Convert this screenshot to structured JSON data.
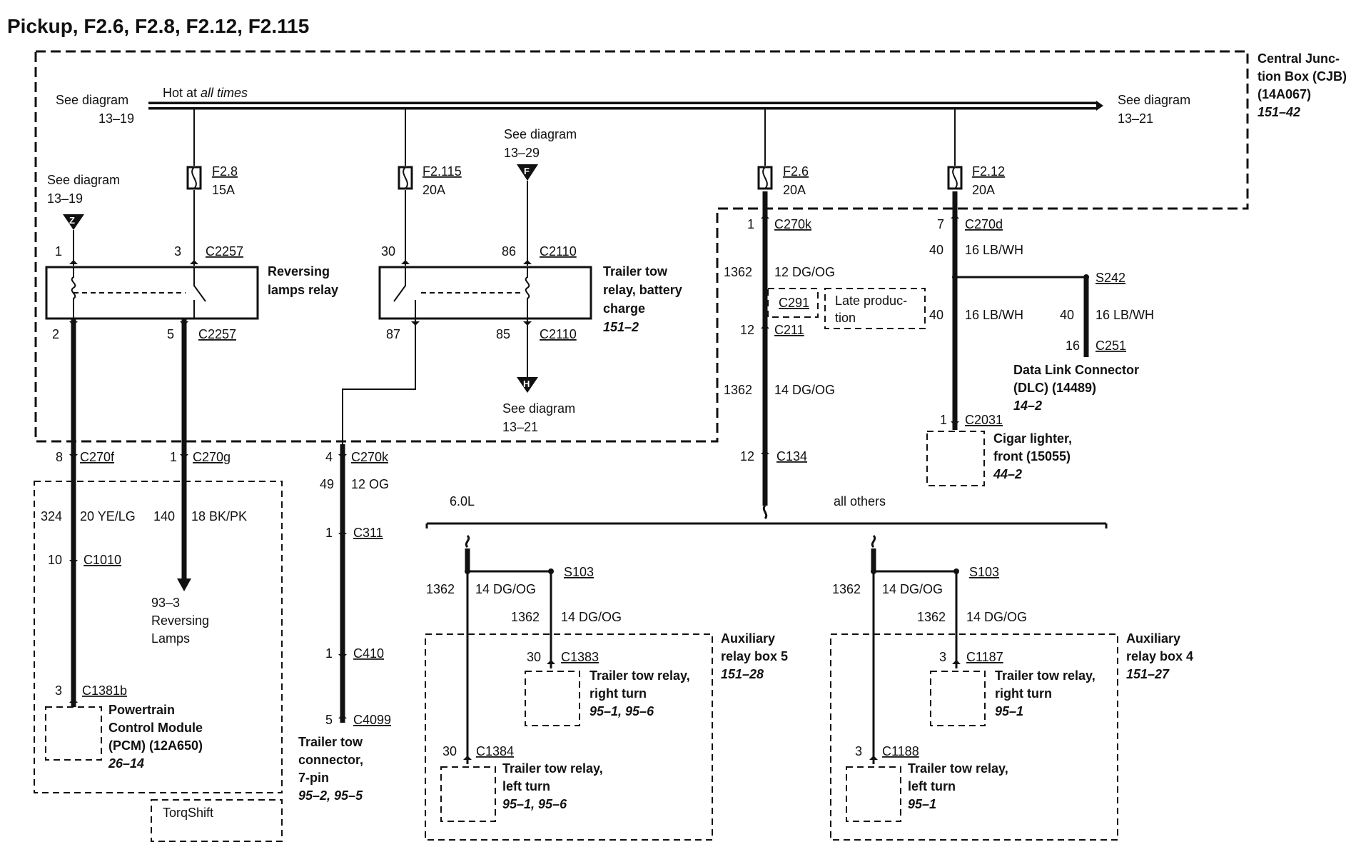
{
  "title": "Pickup, F2.6, F2.8, F2.12, F2.115",
  "cjb": {
    "line1": "Central Junc-",
    "line2": "tion Box (CJB)",
    "line3": "(14A067)",
    "ref": "151–42"
  },
  "bus": {
    "hot_label": "Hot at ",
    "hot_label_italic": "all times",
    "left_see": "See diagram",
    "left_ref": "13–19",
    "right_see": "See diagram",
    "right_ref": "13–21"
  },
  "fuses": {
    "f28": {
      "name": "F2.8",
      "amp": "15A"
    },
    "f2115": {
      "name": "F2.115",
      "amp": "20A"
    },
    "f26": {
      "name": "F2.6",
      "amp": "20A"
    },
    "f212": {
      "name": "F2.12",
      "amp": "20A"
    }
  },
  "refs": {
    "z_see": "See diagram",
    "z_ref": "13–19",
    "z_letter": "Z",
    "f_see": "See diagram",
    "f_ref": "13–29",
    "f_letter": "F",
    "h_see": "See diagram",
    "h_ref": "13–21",
    "h_letter": "H"
  },
  "rev_relay": {
    "l1": "Reversing",
    "l2": "lamps relay",
    "pin1": "1",
    "pin3": "3",
    "conn_top": "C2257",
    "pin2": "2",
    "pin5": "5",
    "conn_bot": "C2257"
  },
  "tt_relay": {
    "l1": "Trailer tow",
    "l2": "relay, battery",
    "l3": "charge",
    "ref": "151–2",
    "pin30": "30",
    "pin86": "86",
    "conn_top": "C2110",
    "pin87": "87",
    "pin85": "85",
    "conn_bot": "C2110"
  },
  "pcm_circuit": {
    "pin8": "8",
    "c270f": "C270f",
    "circ": "324",
    "wire": "20 YE/LG",
    "pin10": "10",
    "c1010": "C1010",
    "pin3": "3",
    "c1381b": "C1381b",
    "pcm1": "Powertrain",
    "pcm2": "Control Module",
    "pcm3": "(PCM) (12A650)",
    "pcm_ref": "26–14",
    "torqshift": "TorqShift"
  },
  "rev_lamp_circuit": {
    "pin1": "1",
    "c270g": "C270g",
    "circ": "140",
    "wire": "18 BK/PK",
    "ref": "93–3",
    "l1": "Reversing",
    "l2": "Lamps"
  },
  "trailer_conn": {
    "pin4": "4",
    "c270k": "C270k",
    "circ": "49",
    "wire": "12 OG",
    "pin1a": "1",
    "c311": "C311",
    "pin1b": "1",
    "c410": "C410",
    "pin5": "5",
    "c4099": "C4099",
    "l1": "Trailer tow",
    "l2": "connector,",
    "l3": "7-pin",
    "ref": "95–2, 95–5"
  },
  "f26_circuit": {
    "pin1": "1",
    "c270k": "C270k",
    "circ1": "1362",
    "wire1": "12 DG/OG",
    "c291": "C291",
    "late1": "Late produc-",
    "late2": "tion",
    "pin12a": "12",
    "c211": "C211",
    "circ2": "1362",
    "wire2": "14 DG/OG",
    "pin12b": "12",
    "c134": "C134",
    "split_left": "6.0L",
    "split_right": "all others"
  },
  "f212_circuit": {
    "pin7": "7",
    "c270d": "C270d",
    "circ1": "40",
    "wire1": "16 LB/WH",
    "s242": "S242",
    "circ2": "40",
    "wire2": "16 LB/WH",
    "circ3": "40",
    "wire3": "16 LB/WH",
    "pin16": "16",
    "c251": "C251",
    "dlc1": "Data Link Connector",
    "dlc2": "(DLC) (14489)",
    "dlc_ref": "14–2",
    "pin1": "1",
    "c2031": "C2031",
    "cig1": "Cigar lighter,",
    "cig2": "front (15055)",
    "cig_ref": "44–2"
  },
  "aux5": {
    "circ1": "1362",
    "wire1": "14 DG/OG",
    "s103": "S103",
    "circ2": "1362",
    "wire2": "14 DG/OG",
    "box1": "Auxiliary",
    "box2": "relay box 5",
    "box_ref": "151–28",
    "pin_r": "30",
    "conn_r": "C1383",
    "r1": "Trailer tow relay,",
    "r2": "right turn",
    "r_ref": "95–1, 95–6",
    "pin_l": "30",
    "conn_l": "C1384",
    "l1": "Trailer tow relay,",
    "l2": "left turn",
    "l_ref": "95–1, 95–6"
  },
  "aux4": {
    "circ1": "1362",
    "wire1": "14 DG/OG",
    "s103": "S103",
    "circ2": "1362",
    "wire2": "14 DG/OG",
    "box1": "Auxiliary",
    "box2": "relay box 4",
    "box_ref": "151–27",
    "pin_r": "3",
    "conn_r": "C1187",
    "r1": "Trailer tow relay,",
    "r2": "right turn",
    "r_ref": "95–1",
    "pin_l": "3",
    "conn_l": "C1188",
    "l1": "Trailer tow relay,",
    "l2": "left turn",
    "l_ref": "95–1"
  }
}
